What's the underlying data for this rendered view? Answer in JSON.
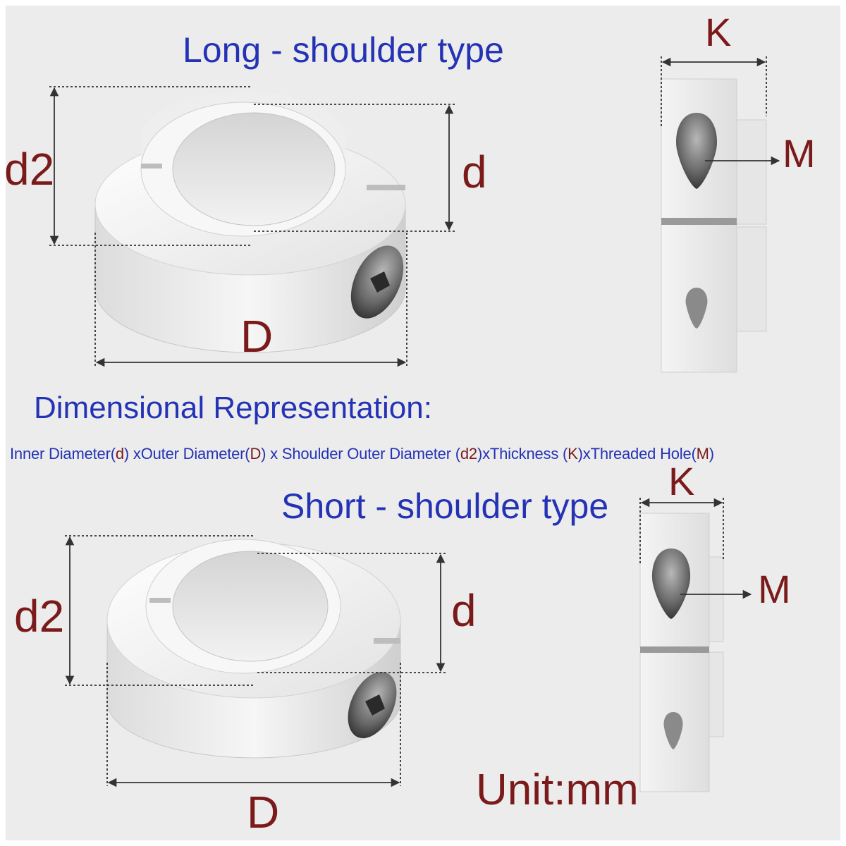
{
  "top": {
    "title": "Long - shoulder type",
    "labels": {
      "d2": "d2",
      "d": "d",
      "D": "D",
      "K": "K",
      "M": "M"
    }
  },
  "middle": {
    "heading": "Dimensional Representation:",
    "formula": [
      {
        "text": "Inner Diameter(",
        "accent": false
      },
      {
        "text": "d",
        "accent": true
      },
      {
        "text": ") xOuter Diameter(",
        "accent": false
      },
      {
        "text": "D",
        "accent": true
      },
      {
        "text": ") x Shoulder Outer Diameter (",
        "accent": false
      },
      {
        "text": "d2",
        "accent": true
      },
      {
        "text": ")xThickness (",
        "accent": false
      },
      {
        "text": "K",
        "accent": true
      },
      {
        "text": ")xThreaded Hole(",
        "accent": false
      },
      {
        "text": "M",
        "accent": true
      },
      {
        "text": ")",
        "accent": false
      }
    ]
  },
  "bottom": {
    "title": "Short - shoulder type",
    "labels": {
      "d2": "d2",
      "d": "d",
      "D": "D",
      "K": "K",
      "M": "M"
    },
    "unit": "Unit:mm"
  },
  "colors": {
    "title": "#2433b5",
    "dimension": "#7a1a1a",
    "background": "#ececec"
  }
}
